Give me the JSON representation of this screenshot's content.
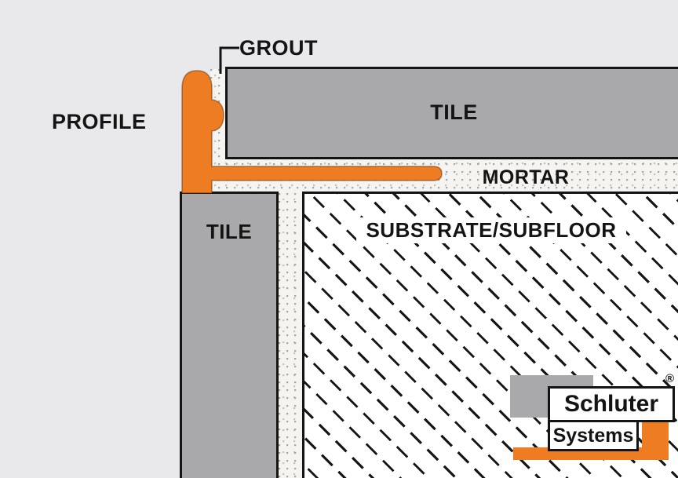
{
  "diagram": {
    "grout_label": "GROUT",
    "profile_label": "PROFILE",
    "tile_top_label": "TILE",
    "tile_left_label": "TILE",
    "mortar_label": "MORTAR",
    "substrate_label": "SUBSTRATE/SUBFLOOR"
  },
  "logo": {
    "line1": "Schluter",
    "registered": "®",
    "line2": "Systems"
  },
  "colors": {
    "background": "#e9e9eb",
    "tile_gray": "#a9a9ab",
    "profile_orange": "#ee7c23",
    "outline_black": "#141414",
    "mortar_speckle": "#f5f4f1"
  }
}
